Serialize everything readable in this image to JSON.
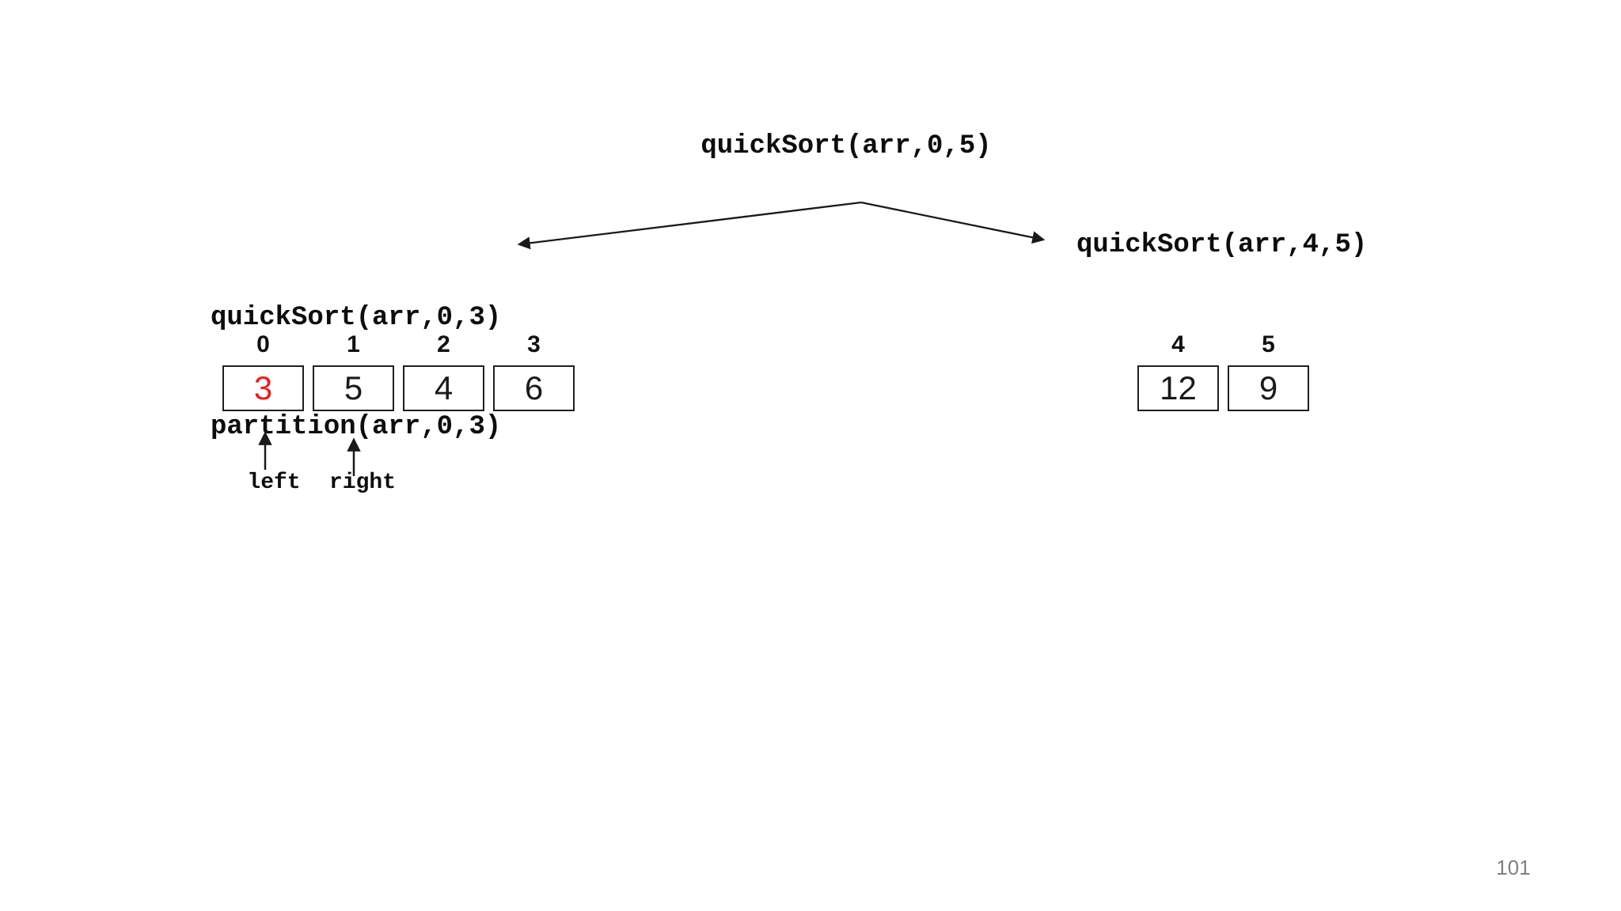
{
  "slide": {
    "page_number": "101"
  },
  "colors": {
    "highlight": "#ee1c1c",
    "line": "#1a1a1a",
    "page_number": "#808080"
  },
  "tree": {
    "root_call": "quickSort(arr,0,5)",
    "left_child": {
      "call_label": "quickSort(arr,0,3)",
      "partition_label": "partition(arr,0,3)",
      "array": {
        "indices": [
          "0",
          "1",
          "2",
          "3"
        ],
        "cells": [
          {
            "value": "3"
          },
          {
            "value": "5"
          },
          {
            "value": "4"
          },
          {
            "value": "6"
          }
        ],
        "pointers": [
          {
            "label": "left"
          },
          {
            "label": "right"
          }
        ]
      }
    },
    "right_child": {
      "call_label": "quickSort(arr,4,5)",
      "array": {
        "indices": [
          "4",
          "5"
        ],
        "cells": [
          {
            "value": "12"
          },
          {
            "value": "9"
          }
        ]
      }
    }
  }
}
